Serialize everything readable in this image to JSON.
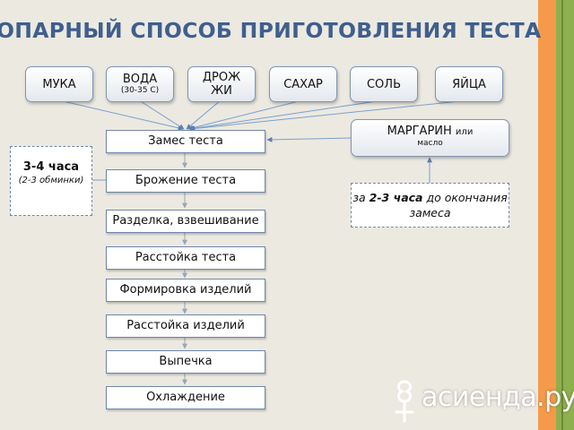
{
  "title": "ОПАРНЫЙ СПОСОБ ПРИГОТОВЛЕНИЯ ТЕСТА",
  "ingredients": [
    {
      "main": "МУКА",
      "sub": ""
    },
    {
      "main": "ВОДА",
      "sub": "(30-35 С)"
    },
    {
      "main": "ДРОЖ\nЖИ",
      "sub": ""
    },
    {
      "main": "САХАР",
      "sub": ""
    },
    {
      "main": "СОЛЬ",
      "sub": ""
    },
    {
      "main": "ЯЙЦА",
      "sub": ""
    }
  ],
  "margarine": {
    "main": "МАРГАРИН",
    "or": "или",
    "sub": "масло"
  },
  "steps": [
    "Замес теста",
    "Брожение теста",
    "Разделка, взвешивание",
    "Расстойка теста",
    "Формировка изделий",
    "Расстойка изделий",
    "Выпечка",
    "Охлаждение"
  ],
  "fermentation_note": {
    "time": "3-4 часа",
    "detail": "(2-3 обминки)"
  },
  "margarine_note": {
    "before": "за ",
    "time": "2-3 часа",
    "after": " до окончания замеса"
  },
  "logo": {
    "text": "асиенда.ру"
  },
  "colors": {
    "title": "#3f5f8d",
    "stripe_orange": "#f59a4a",
    "stripe_green": "#8fb04e",
    "connector": "#7aa0cc",
    "flow_arrow": "#9aa5b5"
  }
}
